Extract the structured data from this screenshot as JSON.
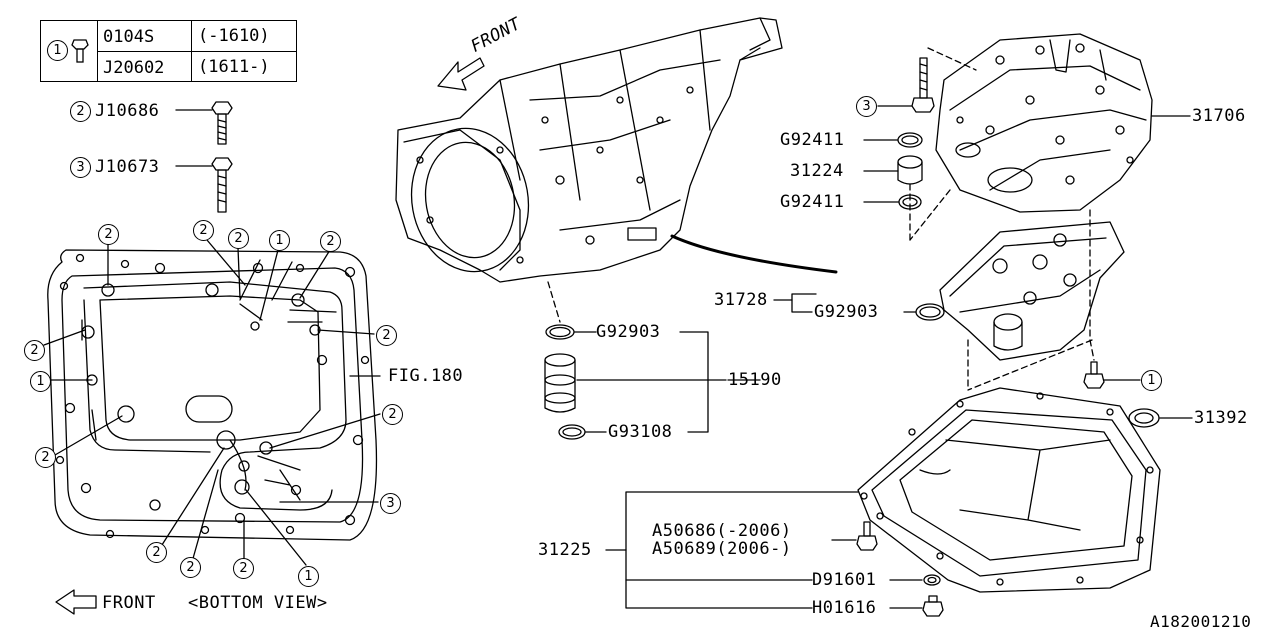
{
  "legend": {
    "ref": "1",
    "rows": [
      {
        "part": "0104S",
        "range": "(-1610)"
      },
      {
        "part": "J20602",
        "range": "(1611-)"
      }
    ]
  },
  "callouts": {
    "one": "1",
    "two": "2",
    "three": "3"
  },
  "parts": {
    "bolt2": "J10686",
    "bolt3": "J10673",
    "front_top": "FRONT",
    "valve_body": "31706",
    "o_ring_a": "G92411",
    "o_ring_a2": "G92411",
    "collar": "31224",
    "filter": "31728",
    "filter_o_ring": "G92903",
    "tube_o_ring_top": "G92903",
    "tube": "15190",
    "tube_o_ring_bottom": "G93108",
    "fig_ref": "FIG.180",
    "seal": "31392",
    "pan": "31225",
    "pan_bolt_a": "A50686(-2006)",
    "pan_bolt_b": "A50689(2006-)",
    "gasket": "D91601",
    "drain_plug": "H01616",
    "front_bottom": "FRONT",
    "bottom_view": "<BOTTOM VIEW>",
    "diagram_id": "A182001210"
  }
}
